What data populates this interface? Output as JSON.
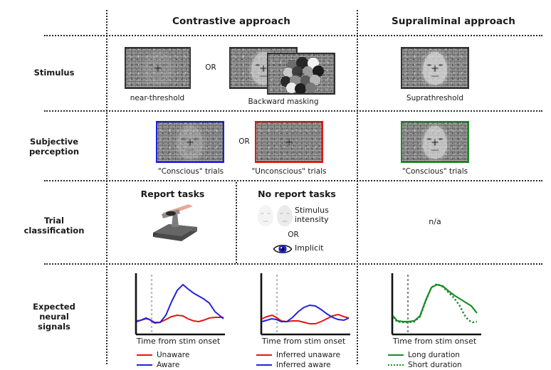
{
  "figure": {
    "columns": [
      {
        "id": "contrastive",
        "label": "Contrastive approach"
      },
      {
        "id": "supraliminal",
        "label": "Supraliminal approach"
      }
    ],
    "rows": [
      {
        "id": "stimulus",
        "label": "Stimulus"
      },
      {
        "id": "subjective-perception",
        "label": "Subjective\nperception"
      },
      {
        "id": "trial-classification",
        "label": "Trial\nclassification"
      },
      {
        "id": "expected-neural-signals",
        "label": "Expected\nneural\nsignals"
      }
    ]
  },
  "row_stimulus": {
    "near_threshold_caption": "near-threshold",
    "or_label": "OR",
    "backward_masking_caption": "Backward masking",
    "suprathreshold_caption": "Suprathreshold"
  },
  "row_perception": {
    "conscious_caption": "\"Conscious\" trials",
    "or_label": "OR",
    "unconscious_caption": "\"Unconscious\" trials",
    "supra_conscious_caption": "\"Conscious\" trials",
    "conscious_border_color": "#1f1fe0",
    "unconscious_border_color": "#e81414",
    "supra_border_color": "#1a8a2a"
  },
  "row_trial": {
    "report_tasks_heading": "Report tasks",
    "no_report_tasks_heading": "No report tasks",
    "stimulus_intensity_label": "Stimulus\nintensity",
    "or_label": "OR",
    "implicit_label": "Implicit",
    "na_label": "n/a"
  },
  "row_signals": {
    "axis_label": "Time from stim onset",
    "panels": [
      {
        "id": "contrastive-report",
        "legend": [
          {
            "label": "Unaware",
            "color": "#e81414",
            "style": "solid"
          },
          {
            "label": "Aware",
            "color": "#2222dd",
            "style": "solid"
          }
        ]
      },
      {
        "id": "contrastive-no-report",
        "legend": [
          {
            "label": "Inferred unaware",
            "color": "#e81414",
            "style": "solid"
          },
          {
            "label": "Inferred aware",
            "color": "#2222dd",
            "style": "solid"
          }
        ]
      },
      {
        "id": "supraliminal",
        "legend": [
          {
            "label": "Long duration",
            "color": "#1a8a2a",
            "style": "solid"
          },
          {
            "label": "Short duration",
            "color": "#1a8a2a",
            "style": "dotted"
          }
        ]
      }
    ]
  },
  "chart_data": [
    {
      "type": "line",
      "id": "contrastive-report",
      "title": "",
      "xlabel": "Time from stim onset",
      "ylabel": "",
      "grid": false,
      "legend_position": "below",
      "annotations": [
        {
          "type": "vline",
          "x": 0.18,
          "label": "stimulus onset",
          "style": "dotted",
          "color": "#b3b3b3"
        }
      ],
      "x": [
        0,
        0.08,
        0.16,
        0.22,
        0.28,
        0.34,
        0.4,
        0.46,
        0.52,
        0.58,
        0.64,
        0.7,
        0.76,
        0.82,
        0.88,
        0.94,
        1.0
      ],
      "series": [
        {
          "name": "Unaware",
          "color": "#e81414",
          "values": [
            0.2,
            0.21,
            0.24,
            0.22,
            0.17,
            0.17,
            0.21,
            0.25,
            0.27,
            0.26,
            0.22,
            0.19,
            0.18,
            0.2,
            0.23,
            0.24,
            0.24
          ]
        },
        {
          "name": "Aware",
          "color": "#2222dd",
          "values": [
            0.18,
            0.21,
            0.25,
            0.22,
            0.16,
            0.17,
            0.3,
            0.55,
            0.74,
            0.82,
            0.76,
            0.7,
            0.66,
            0.62,
            0.55,
            0.42,
            0.3
          ]
        }
      ]
    },
    {
      "type": "line",
      "id": "contrastive-no-report",
      "title": "",
      "xlabel": "Time from stim onset",
      "ylabel": "",
      "grid": false,
      "legend_position": "below",
      "annotations": [
        {
          "type": "vline",
          "x": 0.18,
          "label": "stimulus onset",
          "style": "dotted",
          "color": "#b3b3b3"
        }
      ],
      "x": [
        0,
        0.08,
        0.16,
        0.22,
        0.28,
        0.34,
        0.4,
        0.46,
        0.52,
        0.58,
        0.64,
        0.7,
        0.76,
        0.82,
        0.88,
        0.94,
        1.0
      ],
      "series": [
        {
          "name": "Inferred unaware",
          "color": "#e81414",
          "values": [
            0.24,
            0.27,
            0.3,
            0.26,
            0.2,
            0.19,
            0.2,
            0.2,
            0.18,
            0.16,
            0.16,
            0.19,
            0.24,
            0.28,
            0.3,
            0.27,
            0.25
          ]
        },
        {
          "name": "Inferred aware",
          "color": "#2222dd",
          "values": [
            0.2,
            0.22,
            0.24,
            0.23,
            0.19,
            0.19,
            0.26,
            0.36,
            0.44,
            0.48,
            0.46,
            0.41,
            0.35,
            0.3,
            0.27,
            0.26,
            0.25
          ]
        }
      ]
    },
    {
      "type": "line",
      "id": "supraliminal",
      "title": "",
      "xlabel": "Time from stim onset",
      "ylabel": "",
      "grid": false,
      "legend_position": "below",
      "annotations": [
        {
          "type": "vline",
          "x": 0.18,
          "label": "stimulus onset",
          "style": "dotted",
          "color": "#808080"
        }
      ],
      "x": [
        0,
        0.06,
        0.12,
        0.18,
        0.26,
        0.32,
        0.38,
        0.44,
        0.5,
        0.58,
        0.66,
        0.74,
        0.82,
        0.9,
        1.0
      ],
      "series": [
        {
          "name": "Long duration",
          "color": "#1a8a2a",
          "style": "solid",
          "values": [
            0.3,
            0.16,
            0.15,
            0.15,
            0.16,
            0.3,
            0.68,
            0.86,
            0.88,
            0.8,
            0.7,
            0.62,
            0.58,
            0.5,
            0.38
          ]
        },
        {
          "name": "Short duration",
          "color": "#1a8a2a",
          "style": "dotted",
          "values": [
            0.28,
            0.15,
            0.14,
            0.14,
            0.15,
            0.29,
            0.67,
            0.86,
            0.89,
            0.79,
            0.66,
            0.44,
            0.24,
            0.18,
            0.2
          ]
        }
      ]
    }
  ]
}
